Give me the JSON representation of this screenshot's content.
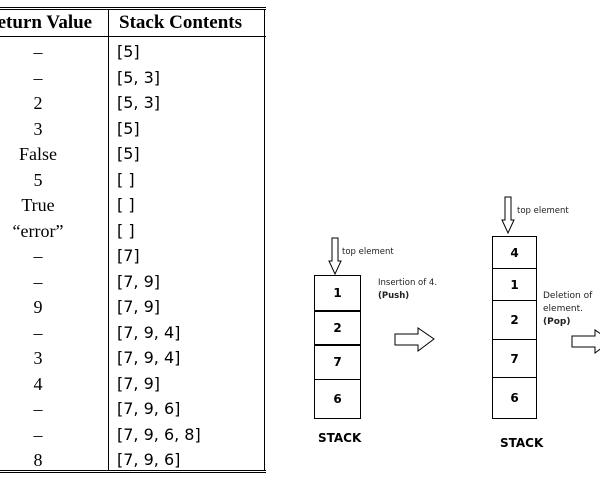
{
  "table": {
    "headers": [
      "Return Value",
      "Stack Contents"
    ],
    "rows": [
      [
        "–",
        "[5]"
      ],
      [
        "–",
        "[5, 3]"
      ],
      [
        "2",
        "[5, 3]"
      ],
      [
        "3",
        "[5]"
      ],
      [
        "False",
        "[5]"
      ],
      [
        "5",
        "[ ]"
      ],
      [
        "True",
        "[ ]"
      ],
      [
        "“error”",
        "[ ]"
      ],
      [
        "–",
        "[7]"
      ],
      [
        "–",
        "[7, 9]"
      ],
      [
        "9",
        "[7, 9]"
      ],
      [
        "–",
        "[7, 9, 4]"
      ],
      [
        "3",
        "[7, 9, 4]"
      ],
      [
        "4",
        "[7, 9]"
      ],
      [
        "–",
        "[7, 9, 6]"
      ],
      [
        "–",
        "[7, 9, 6, 8]"
      ],
      [
        "8",
        "[7, 9, 6]"
      ]
    ]
  },
  "diagram": {
    "stack1": {
      "elements": [
        "1",
        "2",
        "7",
        "6"
      ],
      "pointer_label": "top element",
      "label": "STACK"
    },
    "push_caption": {
      "line1": "Insertion of 4.",
      "line2": "(Push)"
    },
    "stack2": {
      "elements": [
        "4",
        "1",
        "2",
        "7",
        "6"
      ],
      "pointer_label": "top element",
      "label": "STACK"
    },
    "pop_caption": {
      "line1": "Deletion of",
      "line2": "element.",
      "line3": "(Pop)"
    }
  }
}
